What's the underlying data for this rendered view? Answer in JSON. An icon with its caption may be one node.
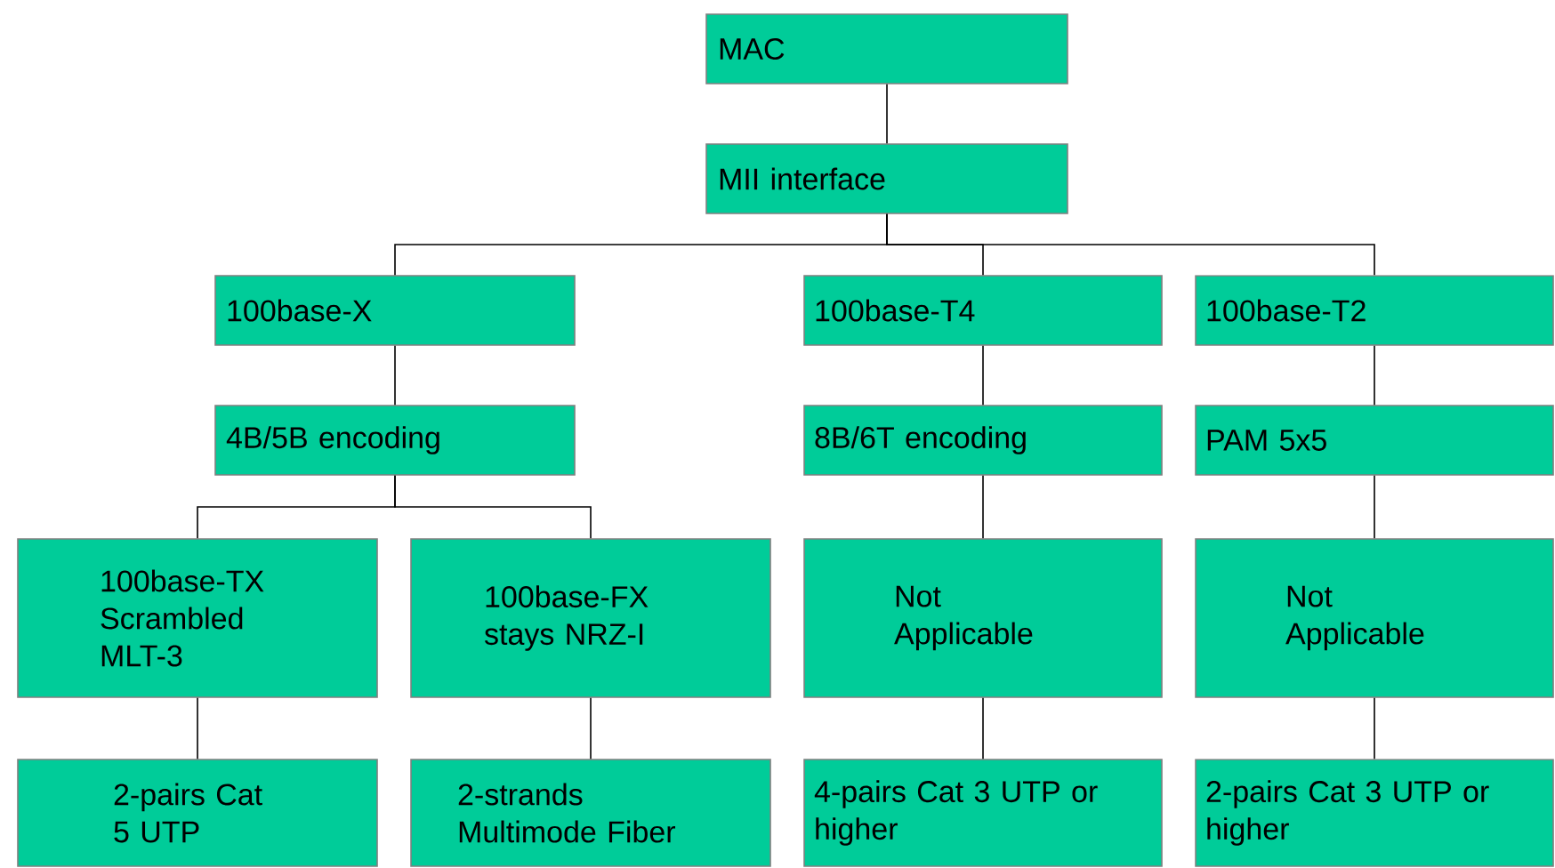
{
  "diagram": {
    "nodes": [
      {
        "text": [
          "MAC"
        ]
      },
      {
        "text": [
          "MII interface"
        ]
      },
      {
        "text": [
          "100base-X"
        ]
      },
      {
        "text": [
          "100base-T4"
        ]
      },
      {
        "text": [
          "100base-T2"
        ]
      },
      {
        "text": [
          "4B/5B encoding"
        ]
      },
      {
        "text": [
          "8B/6T encoding"
        ]
      },
      {
        "text": [
          "PAM 5x5"
        ]
      },
      {
        "text": [
          "100base-TX Scrambled MLT-3"
        ]
      },
      {
        "text": [
          "100base-FX stays NRZ-I"
        ]
      },
      {
        "text": [
          "Not Applicable"
        ]
      },
      {
        "text": [
          "Not Applicable"
        ]
      },
      {
        "text": [
          "2-pairs Cat 5 UTP"
        ]
      },
      {
        "text": [
          "2-strands Multimode Fiber"
        ]
      },
      {
        "text": [
          "4-pairs Cat 3 UTP or higher"
        ]
      },
      {
        "text": [
          "2-pairs Cat 3 UTP or higher"
        ]
      }
    ],
    "edges": [
      {
        "from": 0,
        "to": 1,
        "arrow": "none"
      },
      {
        "from": 1,
        "to": 2,
        "arrow": "none"
      },
      {
        "from": 1,
        "to": 3,
        "arrow": "none"
      },
      {
        "from": 1,
        "to": 4,
        "arrow": "none"
      },
      {
        "from": 2,
        "to": 5,
        "arrow": "none"
      },
      {
        "from": 3,
        "to": 6,
        "arrow": "none"
      },
      {
        "from": 4,
        "to": 7,
        "arrow": "none"
      },
      {
        "from": 5,
        "to": 8,
        "arrow": "none"
      },
      {
        "from": 5,
        "to": 9,
        "arrow": "none"
      },
      {
        "from": 6,
        "to": 10,
        "arrow": "none"
      },
      {
        "from": 7,
        "to": 11,
        "arrow": "none"
      },
      {
        "from": 8,
        "to": 12,
        "arrow": "none"
      },
      {
        "from": 9,
        "to": 13,
        "arrow": "none"
      },
      {
        "from": 10,
        "to": 14,
        "arrow": "none"
      },
      {
        "from": 11,
        "to": 15,
        "arrow": "none"
      }
    ]
  }
}
